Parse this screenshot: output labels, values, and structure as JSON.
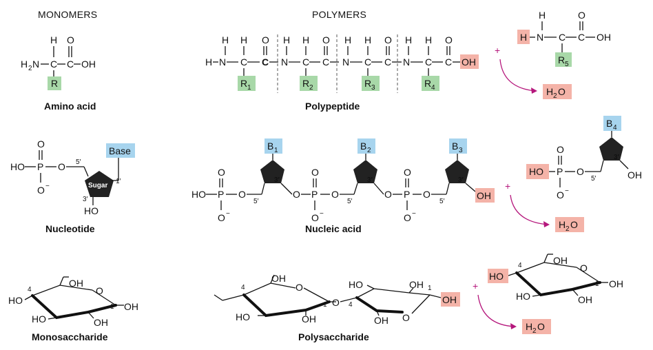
{
  "headers": {
    "monomers": "MONOMERS",
    "polymers": "POLYMERS"
  },
  "captions": {
    "amino_acid": "Amino acid",
    "polypeptide": "Polypeptide",
    "nucleotide": "Nucleotide",
    "nucleic_acid": "Nucleic acid",
    "monosaccharide": "Monosaccharide",
    "polysaccharide": "Polysaccharide"
  },
  "labels": {
    "R": "R",
    "R1": "R",
    "R2": "R",
    "R3": "R",
    "R4": "R",
    "R5": "R",
    "sub1": "1",
    "sub2": "2",
    "sub3": "3",
    "sub4": "4",
    "sub5": "5",
    "H": "H",
    "O": "O",
    "OH": "OH",
    "HO": "HO",
    "C": "C",
    "N": "N",
    "P": "P",
    "H2N": "H",
    "two": "2",
    "N_dash": "N",
    "water": "H",
    "water_o": "O",
    "plus": "+",
    "base": "Base",
    "sugar": "Sugar",
    "B": "B",
    "prime5": "5′",
    "prime3": "3′",
    "prime1": "1′",
    "O_minus": "O",
    "minus": "−",
    "c4": "4",
    "c1": "1"
  },
  "colors": {
    "green_box": "#a8d8a8",
    "blue_box": "#a7d4ee",
    "pink_box": "#f4b3a8",
    "magenta": "#b5177c",
    "green_text": "#1a8a3a"
  }
}
